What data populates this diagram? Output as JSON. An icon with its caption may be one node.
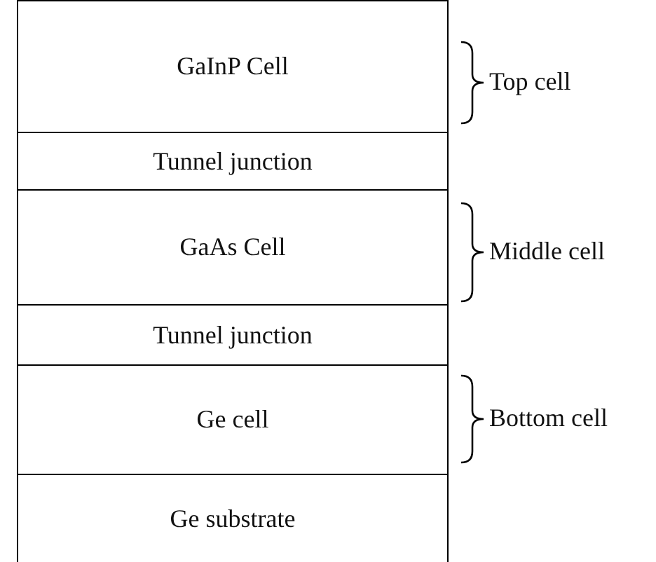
{
  "diagram": {
    "nodes": [
      {
        "text": [
          "GaInP Cell"
        ],
        "beside": [
          "Top cell"
        ]
      },
      {
        "text": [
          "Tunnel junction"
        ]
      },
      {
        "text": [
          "GaAs Cell"
        ],
        "beside": [
          "Middle cell"
        ]
      },
      {
        "text": [
          "Tunnel junction"
        ]
      },
      {
        "text": [
          "Ge cell"
        ],
        "beside": [
          "Bottom cell"
        ]
      },
      {
        "text": [
          "Ge substrate"
        ]
      }
    ]
  }
}
